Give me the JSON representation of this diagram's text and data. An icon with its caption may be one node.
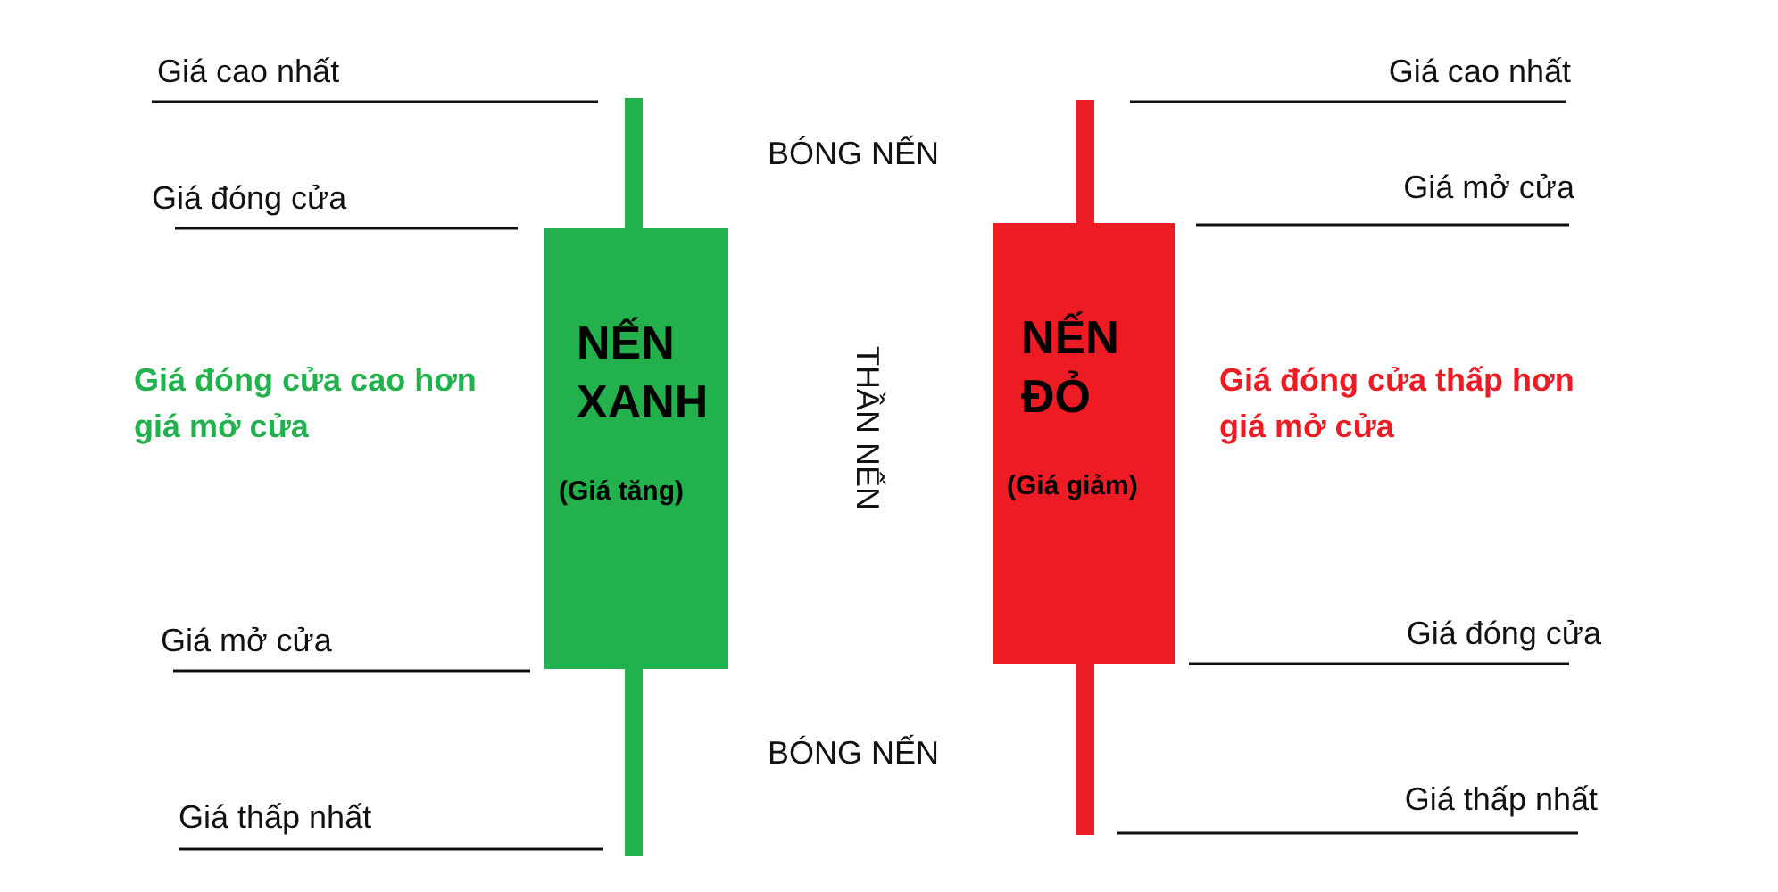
{
  "diagram": {
    "nodes": [
      {
        "text": [
          "NẾN XANH",
          "(Giá tăng)"
        ]
      },
      {
        "text": [
          "NẾN ĐỎ",
          "(Giá giảm)"
        ]
      }
    ],
    "labels": [
      "Giá cao nhất",
      "Giá cao nhất",
      "BÓNG NẾN",
      "Giá mở cửa",
      "Giá đóng cửa",
      "THẦN NẾN",
      "Giá đóng cửa cao hơn giá mở cửa",
      "Giá đóng cửa thấp hơn giá mở cửa",
      "Giá mở cửa",
      "Giá đóng cửa",
      "BÓNG NẾN",
      "Giá thấp nhất",
      "Giá thấp nhất"
    ]
  }
}
